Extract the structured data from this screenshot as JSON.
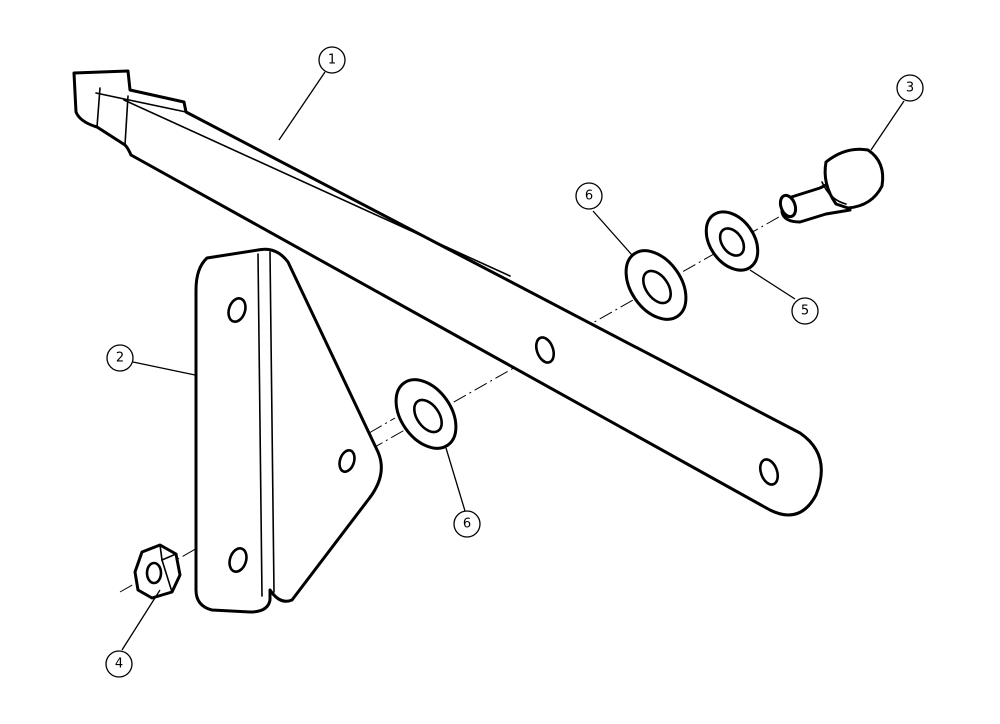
{
  "callouts": [
    {
      "id": "callout-1",
      "label": "1"
    },
    {
      "id": "callout-2",
      "label": "2"
    },
    {
      "id": "callout-3",
      "label": "3"
    },
    {
      "id": "callout-4",
      "label": "4"
    },
    {
      "id": "callout-5",
      "label": "5"
    },
    {
      "id": "callout-6a",
      "label": "6"
    },
    {
      "id": "callout-6b",
      "label": "6"
    }
  ],
  "parts": [
    {
      "item": "1",
      "part": "arm"
    },
    {
      "item": "2",
      "part": "mounting-bracket"
    },
    {
      "item": "3",
      "part": "shoulder-bolt"
    },
    {
      "item": "4",
      "part": "hex-nut"
    },
    {
      "item": "5",
      "part": "washer"
    },
    {
      "item": "6",
      "part": "spacer-washer"
    }
  ]
}
